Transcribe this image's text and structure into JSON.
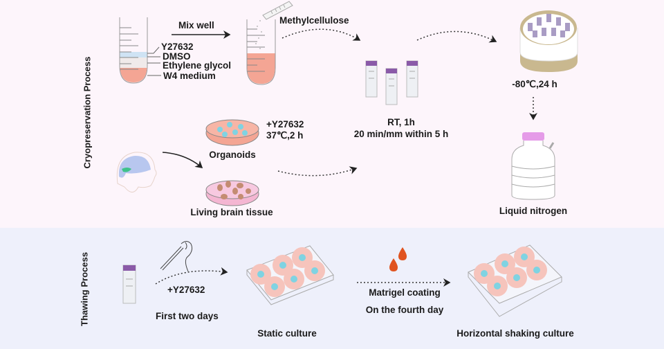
{
  "sections": {
    "cryopreservation": {
      "title": "Cryopreservation Process",
      "bg": "#fdf5fb"
    },
    "thawing": {
      "title": "Thawing Process",
      "bg": "#eef0fb"
    }
  },
  "cryo": {
    "tube_layers": [
      "Y27632",
      "DMSO",
      "Ethylene glycol",
      "W4 medium"
    ],
    "mix_label": "Mix well",
    "additive_label": "Methylcellulose",
    "vials_label_1": "RT, 1h",
    "vials_label_2": "20 min/mm within 5 h",
    "freezer_label": "-80℃,24 h",
    "storage_label": "Liquid nitrogen",
    "organoid_treatment_1": "+Y27632",
    "organoid_treatment_2": "37℃,2 h",
    "organoids_label": "Organoids",
    "tissue_label": "Living brain tissue"
  },
  "thaw": {
    "additive_label": "+Y27632",
    "duration_label": "First two days",
    "static_label": "Static culture",
    "coating_label": "Matrigel coating",
    "coating_day_label": "On the fourth day",
    "shaking_label": "Horizontal shaking culture"
  },
  "colors": {
    "medium": "#f4a594",
    "dmso": "#cfe3f4",
    "vial_cap": "#8a5aa8",
    "dewar_cap": "#e59be8",
    "organoid": "#7fd3e2",
    "tissue": "#c48c72",
    "drop": "#e0531f",
    "well": "#f6c4bc"
  }
}
